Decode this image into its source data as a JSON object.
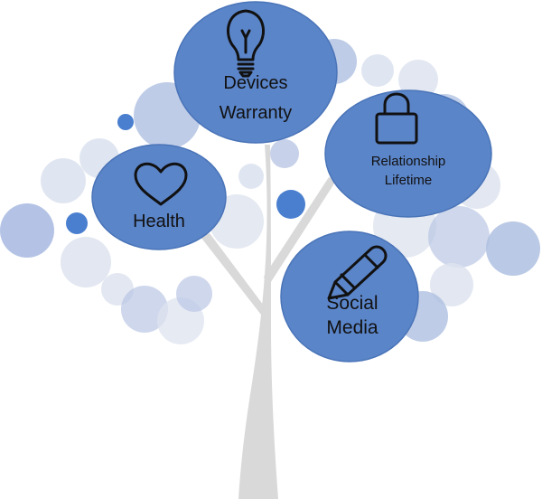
{
  "colors": {
    "node_fill": "#5b85c9",
    "node_stroke": "#4a74b8",
    "trunk": "#d9d9d9",
    "bubble_dark": "#5b85c9",
    "bubble_mid": "#aebfe1",
    "bubble_light": "#dde3ef",
    "icon_stroke": "#111111"
  },
  "nodes": {
    "devices": {
      "line1": "Devices",
      "line2": "Warranty",
      "icon": "lightbulb-icon"
    },
    "relationship": {
      "line1": "Relationship",
      "line2": "Lifetime",
      "icon": "padlock-icon"
    },
    "health": {
      "line1": "Health",
      "icon": "heart-icon"
    },
    "social": {
      "line1": "Social",
      "line2": "Media",
      "icon": "pencil-icon"
    }
  }
}
